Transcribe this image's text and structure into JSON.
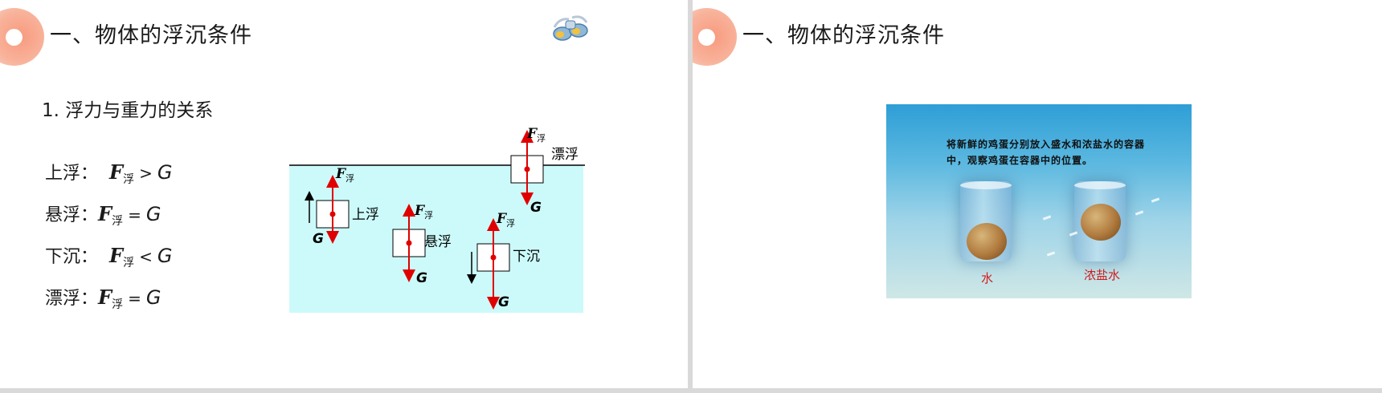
{
  "left_slide": {
    "title": "一、物体的浮沉条件",
    "subtitle_num": "1",
    "subtitle_text": ". 浮力与重力的关系",
    "conditions": [
      {
        "label": "上浮：",
        "f": "F",
        "sub": "浮",
        "op": ">",
        "g": "G"
      },
      {
        "label": "悬浮：",
        "f": "F",
        "sub": "浮",
        "op": "=",
        "g": "G"
      },
      {
        "label": "下沉：",
        "f": "F",
        "sub": "浮",
        "op": "<",
        "g": "G"
      },
      {
        "label": "漂浮：",
        "f": "F",
        "sub": "浮",
        "op": "=",
        "g": "G"
      }
    ],
    "diagram": {
      "force_symbol": "F",
      "force_sub": "浮",
      "gravity_symbol": "G",
      "states": [
        "上浮",
        "悬浮",
        "下沉",
        "漂浮"
      ],
      "water_color": "#ccfafa",
      "arrow_color": "#e00000"
    }
  },
  "right_slide": {
    "title": "一、物体的浮沉条件",
    "photo": {
      "caption": "将新鲜的鸡蛋分别放入盛水和浓盐水的容器中，观察鸡蛋在容器中的位置。",
      "label_water": "水",
      "label_brine": "浓盐水"
    }
  }
}
